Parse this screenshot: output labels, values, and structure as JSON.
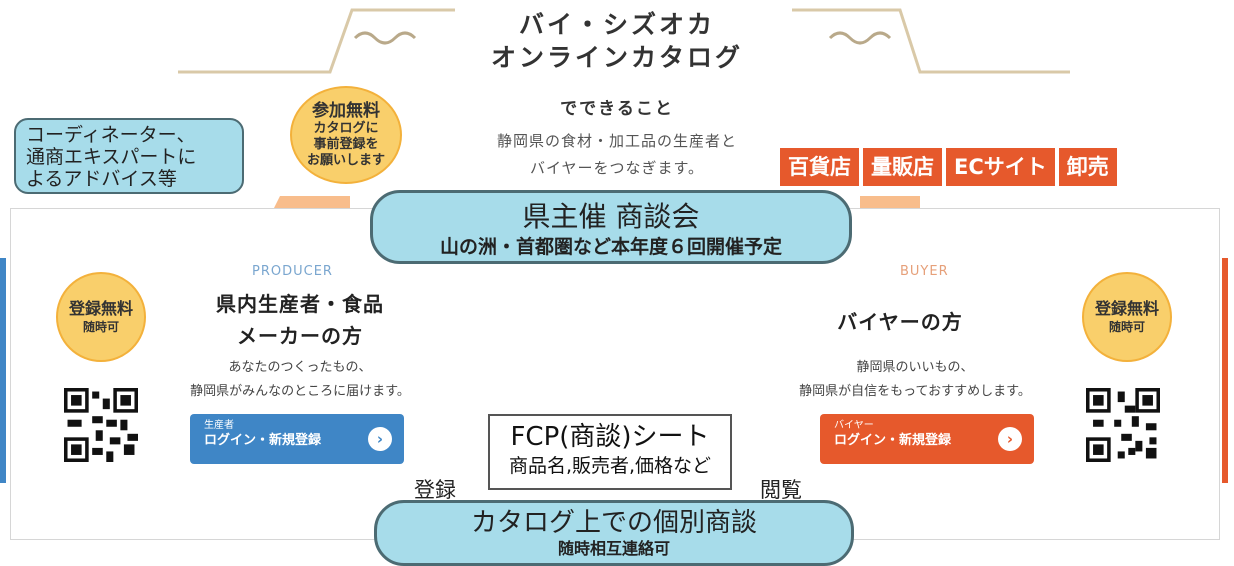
{
  "header": {
    "title_line1": "バイ・シズオカ",
    "title_line2": "オンラインカタログ",
    "subtitle": "でできること",
    "desc_line1": "静岡県の食材・加工品の生産者と",
    "desc_line2": "バイヤーをつなぎます。"
  },
  "advice_note": {
    "line1": "コーディネーター、",
    "line2": "通商エキスパートに",
    "line3": "よるアドバイス等"
  },
  "signup_callout": {
    "line1": "参加無料",
    "line2": "カタログに",
    "line3": "事前登録を",
    "line4": "お願いします"
  },
  "buyer_types": [
    "百貨店",
    "量販店",
    "ECサイト",
    "卸売"
  ],
  "meeting": {
    "title": "県主催 商談会",
    "subtitle": "山の洲・首都圏など本年度６回開催予定"
  },
  "producer": {
    "eyebrow": "PRODUCER",
    "heading_line1": "県内生産者・食品",
    "heading_line2": "メーカーの方",
    "text_line1": "あなたのつくったもの、",
    "text_line2": "静岡県がみんなのところに届けます。",
    "badge_line1": "登録無料",
    "badge_line2": "随時可",
    "button_small": "生産者",
    "button_label": "ログイン・新規登録"
  },
  "buyer": {
    "eyebrow": "BUYER",
    "heading": "バイヤーの方",
    "text_line1": "静岡県のいいもの、",
    "text_line2": "静岡県が自信をもっておすすめします。",
    "badge_line1": "登録無料",
    "badge_line2": "随時可",
    "button_small": "バイヤー",
    "button_label": "ログイン・新規登録"
  },
  "fcp_sheet": {
    "title": "FCP(商談)シート",
    "subtitle": "商品名,販売者,価格など"
  },
  "flow_labels": {
    "register": "登録",
    "browse": "閲覧"
  },
  "catalog_meeting": {
    "title": "カタログ上での個別商談",
    "subtitle": "随時相互連絡可"
  },
  "colors": {
    "orange": "#e6592c",
    "blue": "#3f86c6",
    "teal_fill": "#a7dcea",
    "arrow": "#f8bd8c",
    "yellow": "#f9cf6b"
  }
}
